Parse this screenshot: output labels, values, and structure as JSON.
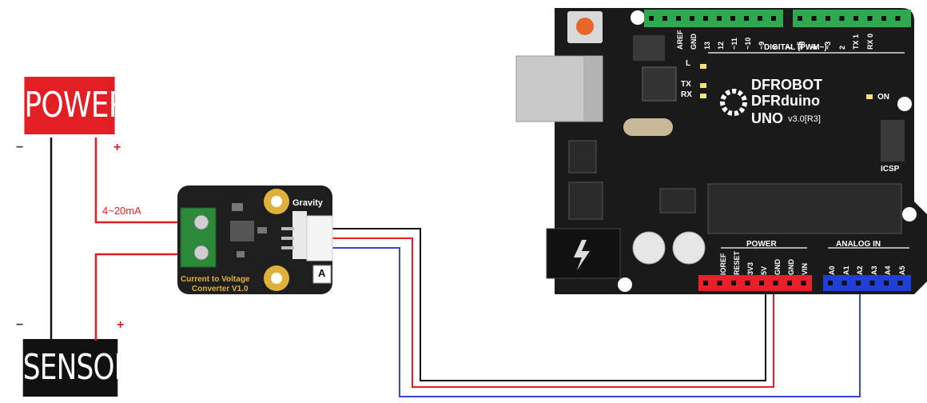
{
  "power": {
    "label": "POWER",
    "minus": "−",
    "plus": "+"
  },
  "sensor": {
    "label": "SENSOR",
    "minus": "−",
    "plus": "+"
  },
  "loop_current_label": "4~20mA",
  "converter": {
    "brand": "Gravity",
    "name_line1": "Current to Voltage",
    "name_line2": "Converter V1.0",
    "type_letter": "A"
  },
  "board": {
    "brand": "DFROBOT",
    "model": "DFRduino",
    "uno": "UNO",
    "version": "v3.0[R3]",
    "digital_header_label": "DIGITAL (PWM~)",
    "digital_pins": [
      "AREF",
      "GND",
      "13",
      "12",
      "~11",
      "~10",
      "~9",
      "8",
      "7",
      "~6",
      "~5",
      "4",
      "~3",
      "2",
      "TX 1",
      "RX 0"
    ],
    "leds": [
      "L",
      "TX",
      "RX"
    ],
    "on_label": "ON",
    "icsp_label": "ICSP",
    "power_header_label": "POWER",
    "power_pins": [
      "IOREF",
      "RESET",
      "3V3",
      "5V",
      "GND",
      "GND",
      "VIN"
    ],
    "analog_header_label": "ANALOG IN",
    "analog_pins": [
      "A0",
      "A1",
      "A2",
      "A3",
      "A4",
      "A5"
    ]
  },
  "colors": {
    "power_box": "#e31e24",
    "sensor_box": "#111111",
    "board": "#1a1a1a",
    "module": "#1e1e1e",
    "gold": "#e0b13a",
    "header_green": "#2fa84f",
    "power_header_red": "#e8202a",
    "analog_header_blue": "#1f3fd6",
    "wire_red": "#e8202a",
    "wire_blue": "#3a46d8",
    "wire_black": "#111111"
  }
}
